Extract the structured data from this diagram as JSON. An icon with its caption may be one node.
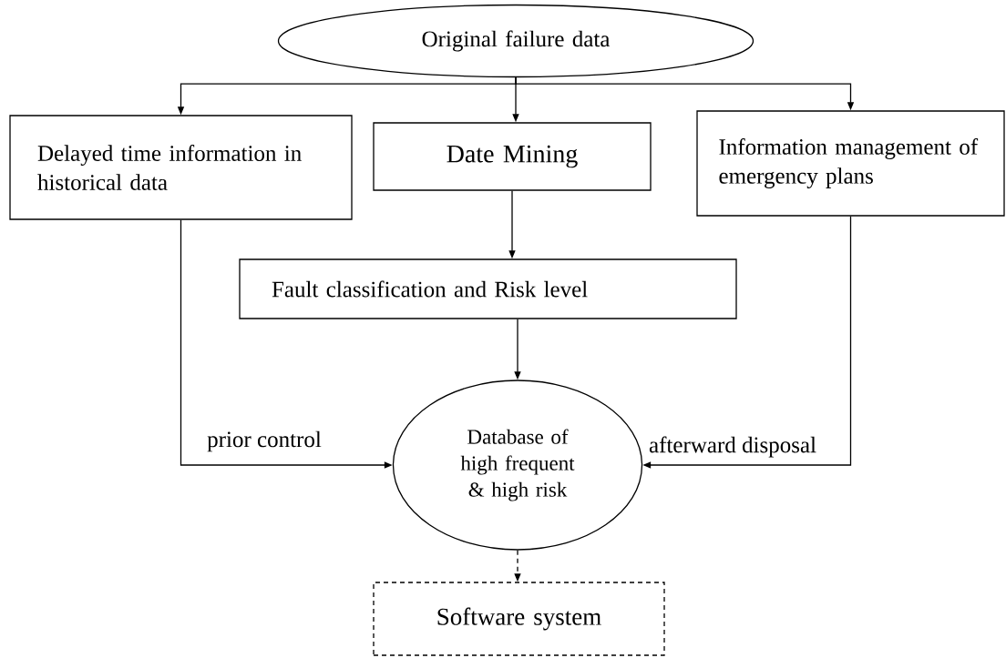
{
  "diagram": {
    "nodes": [
      {
        "text": [
          "Original failure data"
        ]
      },
      {
        "text": [
          "Delayed time information in historical data"
        ]
      },
      {
        "text": [
          "Date Mining"
        ]
      },
      {
        "text": [
          "Information management of emergency plans"
        ]
      },
      {
        "text": [
          "Fault classification and Risk level"
        ]
      },
      {
        "text": [
          "Database of high frequent & high risk"
        ]
      },
      {
        "text": [
          "Software system"
        ]
      }
    ],
    "edges": [
      {
        "from": 0,
        "to": 1,
        "arrow": "to"
      },
      {
        "from": 0,
        "to": 2,
        "arrow": "to"
      },
      {
        "from": 0,
        "to": 3,
        "arrow": "to"
      },
      {
        "from": 2,
        "to": 4,
        "arrow": "to"
      },
      {
        "from": 4,
        "to": 5,
        "arrow": "to"
      },
      {
        "from": 1,
        "to": 5,
        "arrow": "to",
        "label": "prior control"
      },
      {
        "from": 3,
        "to": 5,
        "arrow": "to",
        "label": "afterward disposal"
      },
      {
        "from": 5,
        "to": 6,
        "arrow": "to",
        "style": "dashed"
      }
    ]
  }
}
